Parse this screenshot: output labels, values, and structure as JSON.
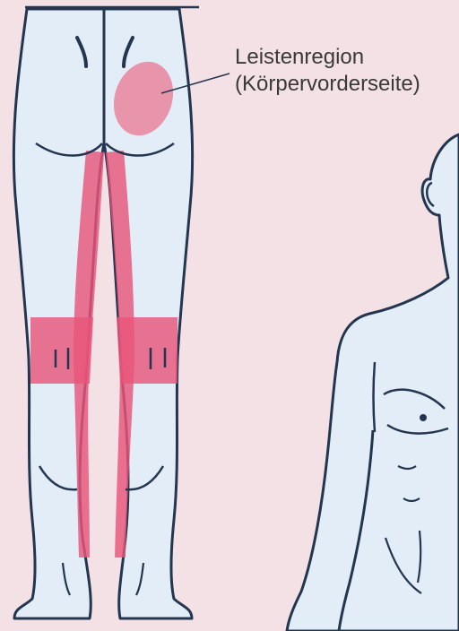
{
  "illustration": {
    "annotation": {
      "line1": "Leistenregion",
      "line2": "(Körpervorderseite)"
    },
    "colors": {
      "background": "#f3e1e6",
      "skin": "#e3edf7",
      "outline": "#24364f",
      "pain": "#e8557a",
      "groin_highlight": "#e87e99"
    },
    "figures": [
      "legs-back-view",
      "torso-front-view"
    ]
  }
}
